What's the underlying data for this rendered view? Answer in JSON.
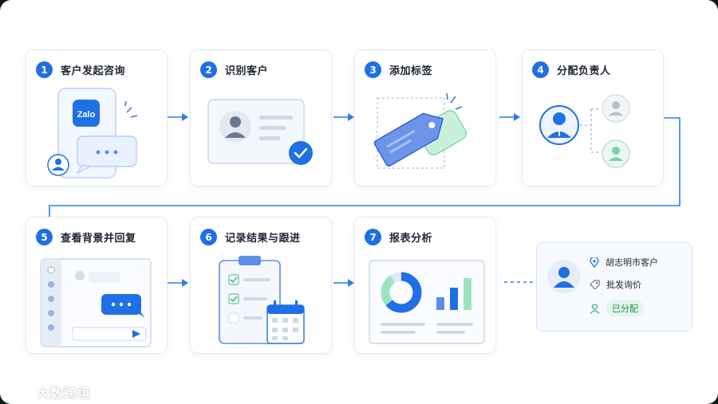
{
  "steps": [
    {
      "num": "1",
      "title": "客户发起咨询",
      "icon": "zalo-chat-icon"
    },
    {
      "num": "2",
      "title": "识别客户",
      "icon": "id-card-check-icon"
    },
    {
      "num": "3",
      "title": "添加标签",
      "icon": "tag-icon"
    },
    {
      "num": "4",
      "title": "分配负责人",
      "icon": "org-assign-icon"
    },
    {
      "num": "5",
      "title": "查看背景并回复",
      "icon": "chat-window-icon"
    },
    {
      "num": "6",
      "title": "记录结果与跟进",
      "icon": "clipboard-calendar-icon"
    },
    {
      "num": "7",
      "title": "报表分析",
      "icon": "report-chart-icon"
    }
  ],
  "zalo_text": "Zalo",
  "summary": {
    "location": "胡志明市客户",
    "tag": "批发询价",
    "status": "已分配"
  },
  "watermark": "大数跨境",
  "colors": {
    "accent": "#1f6fe5",
    "green": "#3fb87a",
    "light_blue": "#e9f1ff"
  }
}
